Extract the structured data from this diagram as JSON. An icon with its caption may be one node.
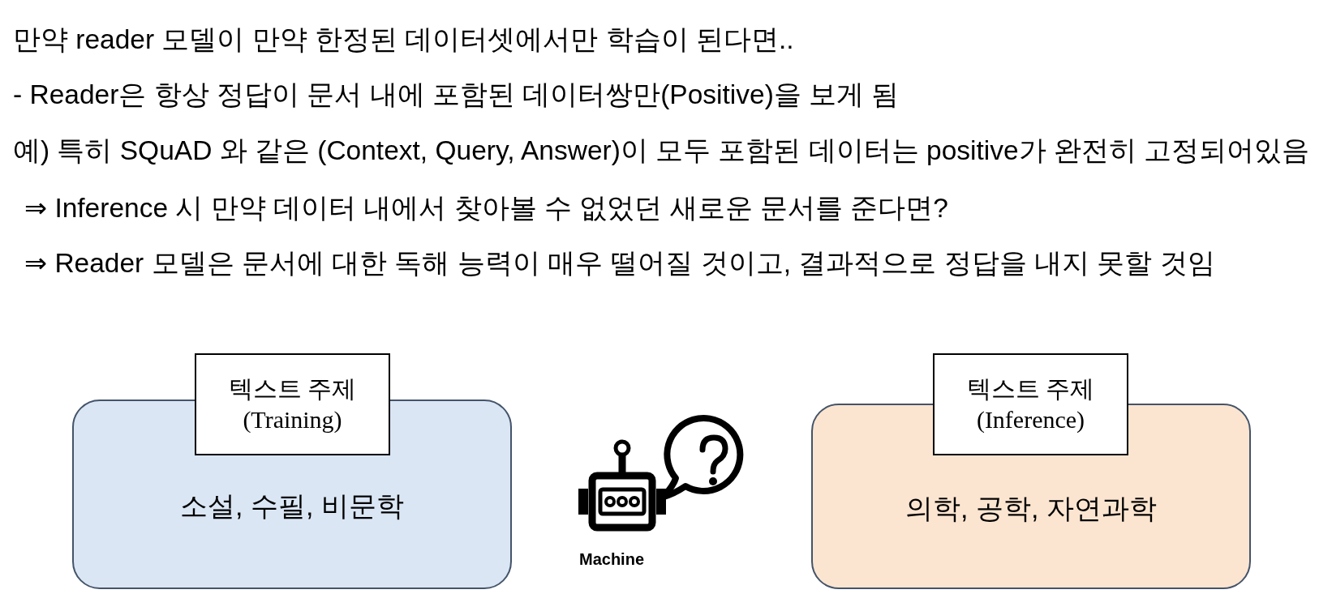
{
  "diagram": {
    "nodes": [
      {
        "text": [
          "텍스트 주제 (Training)",
          "소설, 수필, 비문학"
        ]
      },
      {
        "text": [
          "텍스트 주제 (Inference)",
          "의학, 공학, 자연과학"
        ]
      }
    ],
    "labels": [
      "만약 reader 모델이 만약 한정된 데이터셋에서만 학습이 된다면..",
      "- Reader은 항상 정답이 문서 내에 포함된 데이터쌍만(Positive)을 보게 됨",
      "예) 특히 SQuAD 와 같은 (Context, Query, Answer)이 모두 포함된 데이터는 positive가 완전히 고정되어있음",
      "⇒ Inference 시 만약 데이터 내에서 찾아볼 수 없었던 새로운 문서를 준다면?",
      "⇒ Reader 모델은 문서에 대한 독해 능력이 매우 떨어질 것이고, 결과적으로 정답을 내지 못할 것임",
      "Machine"
    ]
  }
}
